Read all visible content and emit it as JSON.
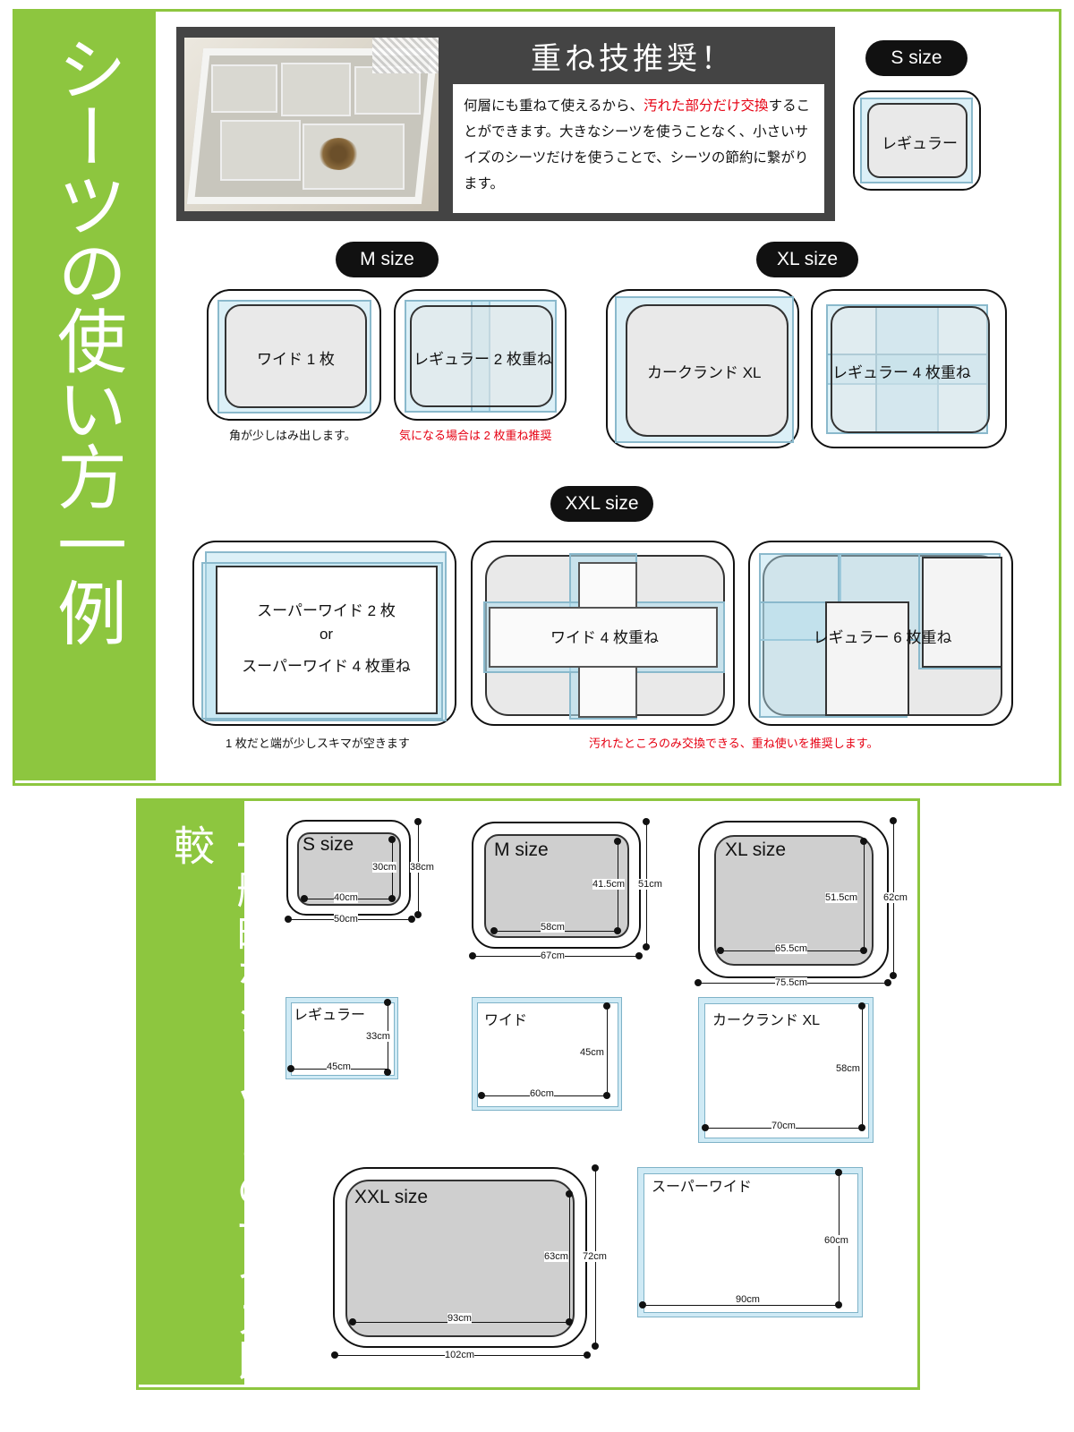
{
  "section1": {
    "vertical_title": "シーツの使い方一例",
    "banner": {
      "heading": "重ね技推奨！",
      "text_before": "何層にも重ねて使えるから、",
      "text_highlight": "汚れた部分だけ交換",
      "text_after": "することができます。大きなシーツを使うことなく、小さいサイズのシーツだけを使うことで、シーツの節約に繋がります。"
    },
    "s_size": {
      "pill": "S size",
      "label": "レギュラー"
    },
    "m_size": {
      "pill": "M size",
      "left_label": "ワイド 1 枚",
      "right_label": "レギュラー 2 枚重ね",
      "left_caption": "角が少しはみ出します。",
      "right_caption": "気になる場合は 2 枚重ね推奨"
    },
    "xl_size": {
      "pill": "XL size",
      "left_label": "カークランド XL",
      "right_label": "レギュラー 4 枚重ね"
    },
    "xxl_size": {
      "pill": "XXL size",
      "a_line1": "スーパーワイド 2 枚",
      "a_line2": "or",
      "a_line3": "スーパーワイド 4 枚重ね",
      "b_label": "ワイド 4 枚重ね",
      "c_label": "レギュラー 6 枚重ね",
      "left_caption": "1 枚だと端が少しスキマが空きます",
      "right_caption": "汚れたところのみ交換できる、重ね使いを推奨します。"
    },
    "colors": {
      "accent": "#8dc63f",
      "highlight": "#e60012",
      "banner_bg": "#444444",
      "sheet_blue": "#b2deee"
    }
  },
  "section2": {
    "vertical_title": "一般的なシーツとのサイズ比較",
    "trays": {
      "s": {
        "title": "S size",
        "inner_w": "40cm",
        "inner_h": "30cm",
        "outer_w": "50cm",
        "outer_h": "38cm"
      },
      "m": {
        "title": "M size",
        "inner_w": "58cm",
        "inner_h": "41.5cm",
        "outer_w": "67cm",
        "outer_h": "51cm"
      },
      "xl": {
        "title": "XL size",
        "inner_w": "65.5cm",
        "inner_h": "51.5cm",
        "outer_w": "75.5cm",
        "outer_h": "62cm"
      },
      "xxl": {
        "title": "XXL size",
        "inner_w": "93cm",
        "inner_h": "63cm",
        "outer_w": "102cm",
        "outer_h": "72cm"
      }
    },
    "sheets": {
      "regular": {
        "title": "レギュラー",
        "w": "45cm",
        "h": "33cm"
      },
      "wide": {
        "title": "ワイド",
        "w": "60cm",
        "h": "45cm"
      },
      "kirkland": {
        "title": "カークランド XL",
        "w": "70cm",
        "h": "58cm"
      },
      "superwide": {
        "title": "スーパーワイド",
        "w": "90cm",
        "h": "60cm"
      }
    }
  }
}
